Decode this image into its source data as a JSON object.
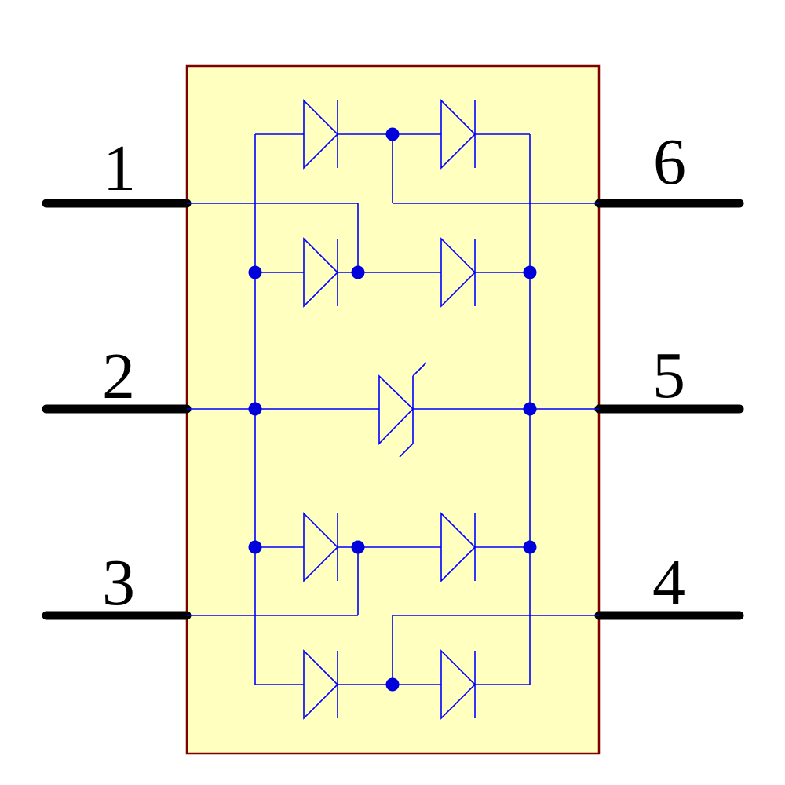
{
  "figure": {
    "type": "circuit-schematic",
    "subject": "six-pin-diode-array-with-center-tvs-zener"
  },
  "pins": [
    {
      "number": "1",
      "side": "left",
      "position": "top"
    },
    {
      "number": "2",
      "side": "left",
      "position": "middle"
    },
    {
      "number": "3",
      "side": "left",
      "position": "bottom"
    },
    {
      "number": "6",
      "side": "right",
      "position": "top"
    },
    {
      "number": "5",
      "side": "right",
      "position": "middle"
    },
    {
      "number": "4",
      "side": "right",
      "position": "bottom"
    }
  ],
  "components": {
    "steering_diode_count": 8,
    "tvs_zener_count": 1,
    "junction_dot_count": 10
  },
  "colors": {
    "background": "#FFFFFF",
    "body_fill": "#FFFFC0",
    "body_border": "#7F0000",
    "wire_blue": "#0000FF",
    "junction_blue": "#0000DD",
    "pin_black": "#000000",
    "label_black": "#000000"
  }
}
